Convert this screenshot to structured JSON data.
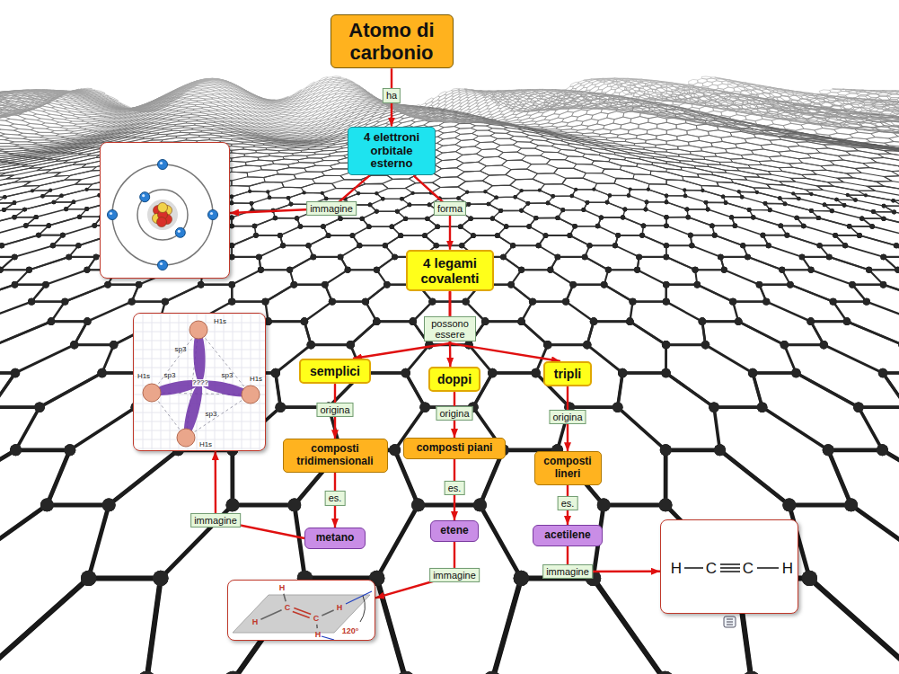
{
  "diagram": {
    "nodes": [
      {
        "text": [
          "Atomo di carbonio"
        ]
      },
      {
        "text": [
          "4 elettroni orbitale esterno"
        ]
      },
      {
        "text": []
      },
      {
        "text": [
          "4 legami covalenti"
        ]
      },
      {
        "text": [
          "H1s",
          "H1s",
          "H1s",
          "H1s",
          "sp3",
          "sp3",
          "sp3",
          "sp3",
          "????"
        ]
      },
      {
        "text": [
          "semplici"
        ]
      },
      {
        "text": [
          "doppi"
        ]
      },
      {
        "text": [
          "tripli"
        ]
      },
      {
        "text": [
          "composti tridimensionali"
        ]
      },
      {
        "text": [
          "composti piani"
        ]
      },
      {
        "text": [
          "composti lineri"
        ]
      },
      {
        "text": [
          "metano"
        ]
      },
      {
        "text": [
          "etene"
        ]
      },
      {
        "text": [
          "acetilene"
        ]
      },
      {
        "text": [
          "H",
          "C",
          "C",
          "H"
        ]
      },
      {
        "text": [
          "H",
          "H",
          "C",
          "C",
          "H",
          "H",
          "120°"
        ]
      }
    ],
    "edges": [
      {
        "from": 0,
        "to": 1,
        "arrow": "to",
        "label": "ha"
      },
      {
        "from": 1,
        "to": 2,
        "arrow": "to",
        "label": "immagine"
      },
      {
        "from": 1,
        "to": 3,
        "arrow": "to",
        "label": "forma"
      },
      {
        "from": 3,
        "to": 5,
        "arrow": "to"
      },
      {
        "from": 3,
        "to": 6,
        "arrow": "to",
        "label": "possono essere"
      },
      {
        "from": 3,
        "to": 7,
        "arrow": "to"
      },
      {
        "from": 5,
        "to": 8,
        "arrow": "to",
        "label": "origina"
      },
      {
        "from": 6,
        "to": 9,
        "arrow": "to",
        "label": "origina"
      },
      {
        "from": 7,
        "to": 10,
        "arrow": "to",
        "label": "origina"
      },
      {
        "from": 8,
        "to": 11,
        "arrow": "to",
        "label": "es."
      },
      {
        "from": 9,
        "to": 12,
        "arrow": "to",
        "label": "es."
      },
      {
        "from": 10,
        "to": 13,
        "arrow": "to",
        "label": "es."
      },
      {
        "from": 11,
        "to": 4,
        "arrow": "to",
        "label": "immagine"
      },
      {
        "from": 12,
        "to": 15,
        "arrow": "to",
        "label": "immagine"
      },
      {
        "from": 13,
        "to": 14,
        "arrow": "to",
        "label": "immagine"
      }
    ]
  }
}
